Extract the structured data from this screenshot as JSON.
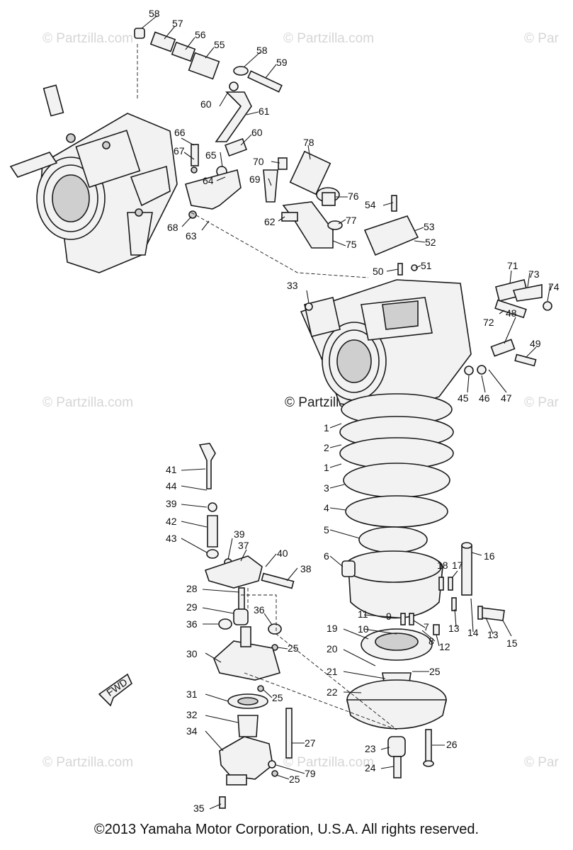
{
  "watermark": "© Partzilla.com",
  "watermark_partial": "© Par",
  "center_watermark": "© Partzilla.com",
  "fwd_label": "FWD",
  "copyright": "©2013 Yamaha Motor Corporation, U.S.A. All rights reserved.",
  "callouts": [
    {
      "id": "c58a",
      "text": "58"
    },
    {
      "id": "c57",
      "text": "57"
    },
    {
      "id": "c56",
      "text": "56"
    },
    {
      "id": "c55",
      "text": "55"
    },
    {
      "id": "c58b",
      "text": "58"
    },
    {
      "id": "c59",
      "text": "59"
    },
    {
      "id": "c60a",
      "text": "60"
    },
    {
      "id": "c61",
      "text": "61"
    },
    {
      "id": "c60b",
      "text": "60"
    },
    {
      "id": "c66",
      "text": "66"
    },
    {
      "id": "c67",
      "text": "67"
    },
    {
      "id": "c65",
      "text": "65"
    },
    {
      "id": "c64",
      "text": "64"
    },
    {
      "id": "c70",
      "text": "70"
    },
    {
      "id": "c78",
      "text": "78"
    },
    {
      "id": "c69",
      "text": "69"
    },
    {
      "id": "c76",
      "text": "76"
    },
    {
      "id": "c54",
      "text": "54"
    },
    {
      "id": "c77",
      "text": "77"
    },
    {
      "id": "c68",
      "text": "68"
    },
    {
      "id": "c63",
      "text": "63"
    },
    {
      "id": "c62",
      "text": "62"
    },
    {
      "id": "c53",
      "text": "53"
    },
    {
      "id": "c52",
      "text": "52"
    },
    {
      "id": "c75",
      "text": "75"
    },
    {
      "id": "c50",
      "text": "50"
    },
    {
      "id": "c51",
      "text": "51"
    },
    {
      "id": "c71",
      "text": "71"
    },
    {
      "id": "c73",
      "text": "73"
    },
    {
      "id": "c74",
      "text": "74"
    },
    {
      "id": "c33",
      "text": "33"
    },
    {
      "id": "c72",
      "text": "72"
    },
    {
      "id": "c48",
      "text": "48"
    },
    {
      "id": "c49",
      "text": "49"
    },
    {
      "id": "c45",
      "text": "45"
    },
    {
      "id": "c46",
      "text": "46"
    },
    {
      "id": "c47",
      "text": "47"
    },
    {
      "id": "c1a",
      "text": "1"
    },
    {
      "id": "c2",
      "text": "2"
    },
    {
      "id": "c1b",
      "text": "1"
    },
    {
      "id": "c3",
      "text": "3"
    },
    {
      "id": "c4",
      "text": "4"
    },
    {
      "id": "c5",
      "text": "5"
    },
    {
      "id": "c6",
      "text": "6"
    },
    {
      "id": "c41",
      "text": "41"
    },
    {
      "id": "c44",
      "text": "44"
    },
    {
      "id": "c39a",
      "text": "39"
    },
    {
      "id": "c42",
      "text": "42"
    },
    {
      "id": "c43",
      "text": "43"
    },
    {
      "id": "c39b",
      "text": "39"
    },
    {
      "id": "c37",
      "text": "37"
    },
    {
      "id": "c40",
      "text": "40"
    },
    {
      "id": "c38",
      "text": "38"
    },
    {
      "id": "c16",
      "text": "16"
    },
    {
      "id": "c18",
      "text": "18"
    },
    {
      "id": "c17",
      "text": "17"
    },
    {
      "id": "c28",
      "text": "28"
    },
    {
      "id": "c29",
      "text": "29"
    },
    {
      "id": "c36a",
      "text": "36"
    },
    {
      "id": "c36b",
      "text": "36"
    },
    {
      "id": "c11",
      "text": "11"
    },
    {
      "id": "c9",
      "text": "9"
    },
    {
      "id": "c10",
      "text": "10"
    },
    {
      "id": "c7",
      "text": "7"
    },
    {
      "id": "c8",
      "text": "8"
    },
    {
      "id": "c13a",
      "text": "13"
    },
    {
      "id": "c14",
      "text": "14"
    },
    {
      "id": "c13b",
      "text": "13"
    },
    {
      "id": "c15",
      "text": "15"
    },
    {
      "id": "c12",
      "text": "12"
    },
    {
      "id": "c19",
      "text": "19"
    },
    {
      "id": "c25a",
      "text": "25"
    },
    {
      "id": "c30",
      "text": "30"
    },
    {
      "id": "c20",
      "text": "20"
    },
    {
      "id": "c25b",
      "text": "25"
    },
    {
      "id": "c21",
      "text": "21"
    },
    {
      "id": "c22",
      "text": "22"
    },
    {
      "id": "c31",
      "text": "31"
    },
    {
      "id": "c25c",
      "text": "25"
    },
    {
      "id": "c32",
      "text": "32"
    },
    {
      "id": "c27",
      "text": "27"
    },
    {
      "id": "c26",
      "text": "26"
    },
    {
      "id": "c34",
      "text": "34"
    },
    {
      "id": "c23",
      "text": "23"
    },
    {
      "id": "c79",
      "text": "79"
    },
    {
      "id": "c24",
      "text": "24"
    },
    {
      "id": "c25d",
      "text": "25"
    },
    {
      "id": "c35",
      "text": "35"
    }
  ]
}
